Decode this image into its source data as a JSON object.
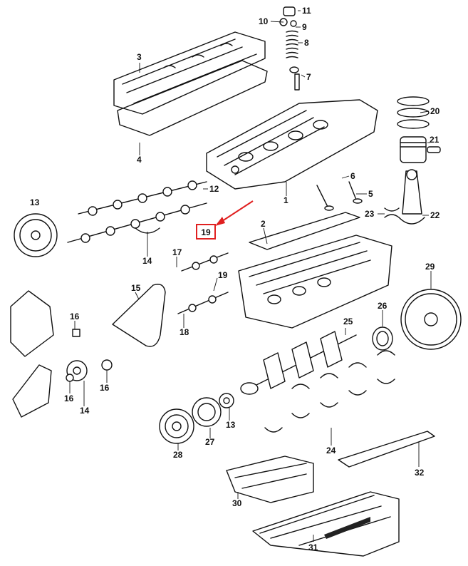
{
  "diagram": {
    "labels": {
      "p1": "1",
      "p2": "2",
      "p3": "3",
      "p4": "4",
      "p5": "5",
      "p6": "6",
      "p7": "7",
      "p8": "8",
      "p9": "9",
      "p10": "10",
      "p11": "11",
      "p12": "12",
      "p13a": "13",
      "p13b": "13",
      "p14a": "14",
      "p14b": "14",
      "p15": "15",
      "p16a": "16",
      "p16b": "16",
      "p16c": "16",
      "p17": "17",
      "p18": "18",
      "p19": "19",
      "p19hl": "19",
      "p20": "20",
      "p21": "21",
      "p22": "22",
      "p23": "23",
      "p24": "24",
      "p25": "25",
      "p26": "26",
      "p27": "27",
      "p28": "28",
      "p29": "29",
      "p30": "30",
      "p31": "31",
      "p32": "32"
    },
    "highlight": {
      "label": "19",
      "color": "#e02020"
    }
  }
}
